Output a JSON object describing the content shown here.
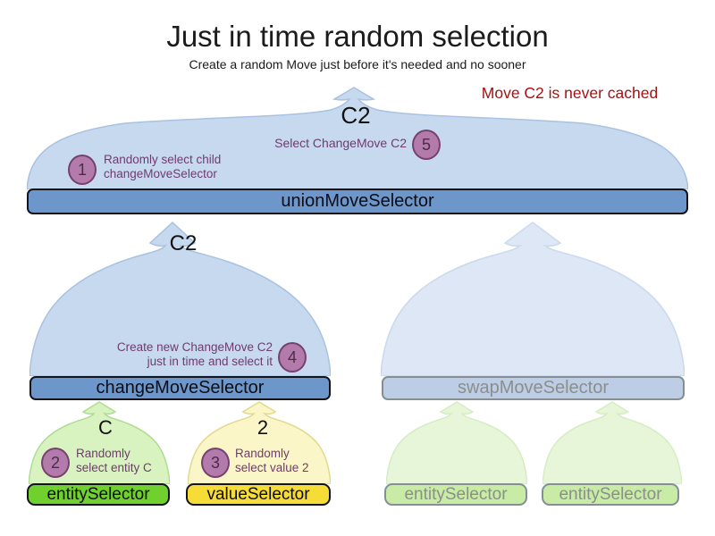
{
  "title": "Just in time random selection",
  "subtitle": "Create a random Move just before it's needed and no sooner",
  "note": {
    "text": "Move C2 is never cached",
    "color": "#a31212"
  },
  "colors": {
    "dome_blue": "#c7d9ef",
    "dome_blue_stroke": "#a9c2e0",
    "dome_blue_faded": "#dde7f5",
    "bar_blue": "#6d97cb",
    "bar_blue_faded": "#bccde5",
    "entity_green": "#70d02d",
    "green_dome": "#d8f3c0",
    "value_yellow": "#f6dc37",
    "yellow_dome": "#fbf6c7",
    "faded_green_bar": "#c8eca6",
    "faded_green_dome": "#e7f6d8",
    "badge_fill": "#b27bab",
    "badge_border": "#76406f",
    "annotation_purple": "#6f3b6f"
  },
  "selectors": {
    "union": {
      "label": "unionMoveSelector",
      "cache_label": "C2"
    },
    "change": {
      "label": "changeMoveSelector",
      "cache_label": "C2"
    },
    "swap": {
      "label": "swapMoveSelector"
    },
    "entity": {
      "label": "entitySelector",
      "cache_label": "C"
    },
    "value": {
      "label": "valueSelector",
      "cache_label": "2"
    },
    "entity_faded_1": {
      "label": "entitySelector"
    },
    "entity_faded_2": {
      "label": "entitySelector"
    }
  },
  "steps": [
    {
      "num": "1",
      "line1": "Randomly select child",
      "line2": "changeMoveSelector"
    },
    {
      "num": "2",
      "line1": "Randomly",
      "line2": "select entity C"
    },
    {
      "num": "3",
      "line1": "Randomly",
      "line2": "select value 2"
    },
    {
      "num": "4",
      "line1": "Create new ChangeMove C2",
      "line2": "just in time and select it"
    },
    {
      "num": "5",
      "line1": "Select ChangeMove C2",
      "line2": ""
    }
  ]
}
